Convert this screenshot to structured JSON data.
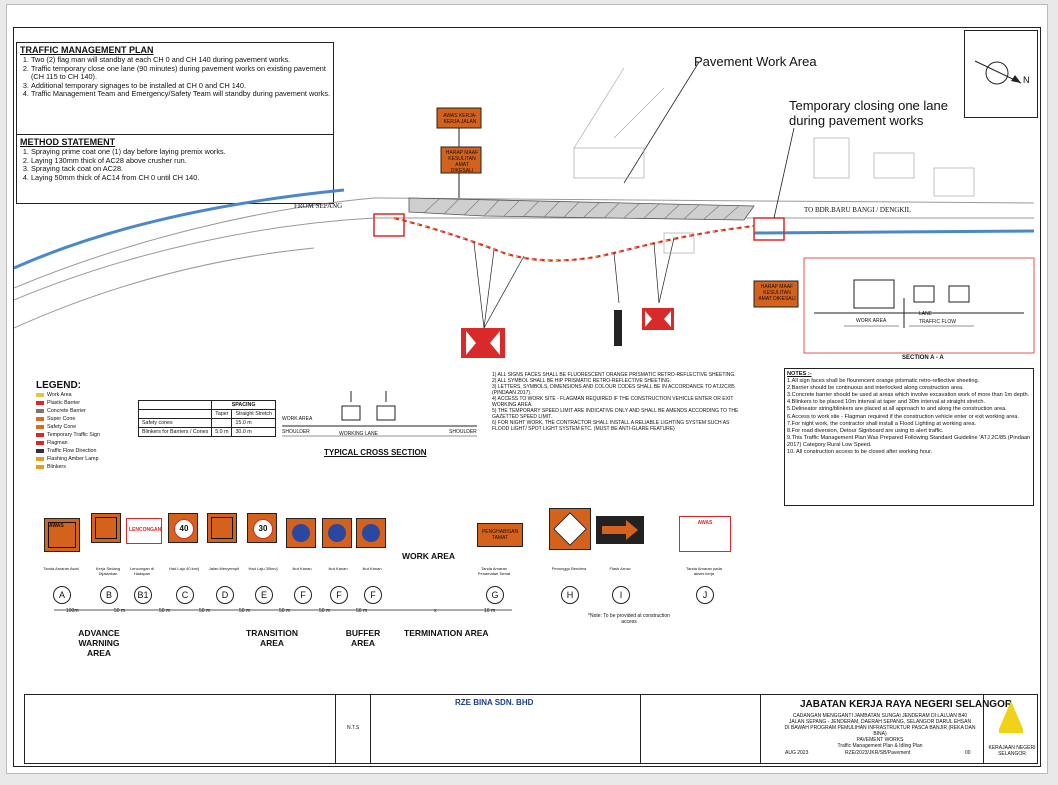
{
  "plan": {
    "title": "TRAFFIC MANAGEMENT PLAN",
    "items": [
      "Two (2) flag man will standby at each CH 0 and CH 140 during pavement works.",
      "Traffic temporary close one lane (90 minutes) during pavement works on existing pavement (CH  115 to CH 140).",
      "Additional temporary signages to be installed at CH 0 and CH 140.",
      "Traffic Management Team and Emergency/Safety Team will standby during pavement works."
    ]
  },
  "method": {
    "title": "METHOD STATEMENT",
    "items": [
      "Spraying prime coat one (1) day before laying premix works.",
      "Laying 130mm thick of AC28 above crusher run.",
      "Spraying tack coat on AC28.",
      "Laying 50mm thick of AC14 from CH 0 until CH 140."
    ]
  },
  "callouts": {
    "pavement_work_area": "Pavement Work Area",
    "temp_closing_line1": "Temporary closing one lane",
    "temp_closing_line2": "during pavement works",
    "from_sepang": "FROM SEPANG",
    "to_bandar": "TO BDR.BARU BANGI / DENGKIL"
  },
  "signs_top": {
    "awas": "AWAS KERJA-KERJA JALAN",
    "harap_maaf": "HARAP MAAF KESULITAN AMAT DIKESALI"
  },
  "section": {
    "work_area": "WORK AREA",
    "traffic_flow": "TRAFFIC FLOW",
    "lane": "LANE",
    "title": "SECTION A - A"
  },
  "legend": {
    "title": "LEGEND:",
    "items": [
      {
        "label": "Work Area",
        "color": "#e7c34a"
      },
      {
        "label": "Plastic Barrier",
        "color": "#d82a2a"
      },
      {
        "label": "Concrete Barrier",
        "color": "#777777"
      },
      {
        "label": "Super Cone",
        "color": "#e06a1b"
      },
      {
        "label": "Safety Cone",
        "color": "#e06a1b"
      },
      {
        "label": "Temporary Traffic Sign",
        "color": "#d82a2a"
      },
      {
        "label": "Flagman",
        "color": "#d82a2a"
      },
      {
        "label": "Traffic Flow Direction",
        "color": "#333333"
      },
      {
        "label": "Flashing Amber Lamp",
        "color": "#e0a01b"
      },
      {
        "label": "Blinkers",
        "color": "#e0a01b"
      }
    ],
    "spacing": {
      "header": "SPACING",
      "col_taper": "Taper",
      "col_straight": "Straight Stretch",
      "rows": [
        {
          "label": "Safety cones",
          "taper": "",
          "straight": "15.0 m"
        },
        {
          "label": "Blinkers for Barriers / Cones",
          "taper": "5.0 m",
          "straight": "30.0 m"
        }
      ]
    }
  },
  "cross_section": {
    "title": "TYPICAL CROSS SECTION",
    "work_area": "WORK AREA",
    "shoulder_l": "SHOULDER",
    "shoulder_r": "SHOULDER",
    "working_lane": "WORKING LANE"
  },
  "mid_notes": [
    "1)  ALL SIGNS FACES SHALL BE FLUORESCENT ORANGE PRISMATIC RETRO-REFLECTIVE SHEETING.",
    "2)  ALL SYMBOL SHALL BE HIP PRISMATIC RETRO-REFLECTIVE SHEETING.",
    "3)  LETTERS, SYMBOLS, DIMENSIONS AND COLOUR CODES SHALL BE IN ACCORDANCE TO ATJ2C/85 (PINDAAN 2017).",
    "4)  ACCESS TO WORK SITE - FLAGMAN REQUIRED IF THE CONSTRUCTION VEHICLE ENTER OR EXIT WORKING AREA.",
    "5)  THE TEMPORARY SPEED LIMIT ARE INDICATIVE ONLY AND SHALL BE AMENDS ACCORDING TO THE GAZETTED SPEED LIMIT.",
    "6)  FOR NIGHT WORK, THE CONTRACTOR SHALL INSTALL A RELIABLE LIGHTING SYSTEM SUCH AS FLOOD LIGHT/ SPOT LIGHT SYSTEM ETC. (MUST BE ANTI-GLARE FEATURE)"
  ],
  "notes": {
    "title": "NOTES :-",
    "items": [
      "1.All sign faces shall be flourencent orange prismatic retro-reflective sheeting.",
      "2.Barrier should be continuous and interlocked along construction area.",
      "3.Concrete barrier should be used at areas which involve excavation work of more than 1m depth.",
      "4.Blinkers to be placed 10m interval at taper and 30m interval at straight stretch.",
      "5.Delineator string/blinkers are placed at all approach to and along the construction area.",
      "6.Access to work site - Flagman required if the construction vehicle enter or exit working area.",
      "7.For night work, the contractor shall install a Flood Lighting at working area.",
      "8.For road diversion, Detour Signboard are using to alert traffic.",
      "9.This Traffic Management Plan Was Prepared Following Standard Guideline 'ATJ 2C/85 (Pindaan 2017) Category Rural Low Speed.",
      "10. All construction access to be closed after working hour."
    ]
  },
  "sign_row": [
    {
      "letter": "A",
      "caption": "Tanda Amaran Awal",
      "text": "AWAS"
    },
    {
      "letter": "B",
      "caption": "Kerja Sedang Dijalankan",
      "text": ""
    },
    {
      "letter": "B1",
      "caption": "Lencongan di Hadapan",
      "text": "LENCONGAN"
    },
    {
      "letter": "C",
      "caption": "Had Laju 40 km/j",
      "text": "40"
    },
    {
      "letter": "D",
      "caption": "Jalan Menyempit",
      "text": ""
    },
    {
      "letter": "E",
      "caption": "Had Laju 30km/j",
      "text": "30"
    },
    {
      "letter": "F",
      "caption": "Ikut Kanan",
      "text": ""
    },
    {
      "letter": "F",
      "caption": "Ikut Kanan",
      "text": ""
    },
    {
      "letter": "F",
      "caption": "Ikut Kanan",
      "text": ""
    },
    {
      "letter": "G",
      "caption": "Tanda Amaran Penamatan Tamat",
      "text": "PENGHABISAN TAMAT"
    },
    {
      "letter": "H",
      "caption": "Penunggu Bendera",
      "text": ""
    },
    {
      "letter": "I",
      "caption": "Flash Arrow",
      "text": ""
    },
    {
      "letter": "J",
      "caption": "Tanda Amaran pada akses kerja",
      "text": "AWAS"
    }
  ],
  "distances": [
    "100m",
    "50 m",
    "50 m",
    "50 m",
    "50 m",
    "50 m",
    "50 m",
    "50 m",
    "x",
    "10 m"
  ],
  "work_area_label": "WORK AREA",
  "areas": {
    "advance": "ADVANCE WARNING AREA",
    "transition": "TRANSITION AREA",
    "buffer": "BUFFER AREA",
    "termination": "TERMINATION AREA"
  },
  "footnote": "*Note: To be provided at construction access",
  "title_block": {
    "company": "RZE BINA SDN. BHD",
    "agency": "JABATAN KERJA RAYA NEGERI SELANGOR",
    "project_lines": [
      "CADANGAN MENGGANTI JAMBATAN SUNGAI JENDERAM DI LALUAN B40",
      "JALAN SEPANG - JENDERAM, DAERAH SEPANG, SELANGOR DARUL EHSAN",
      "DI BAWAH PROGRAM PEMULIHAN INFRASTRUKTUR PASCA BANJIR (REKA DAN BINA)"
    ],
    "drawing_title": "PAVEMENT WORKS",
    "drawing_sub": "Traffic Management Plan & Idling Plan",
    "date": "AUG 2023",
    "drawing_no": "RZE/2023/JKR/SB/Pavement",
    "revision": "00",
    "scale": "N.T.S",
    "state_label": "KERAJAAN NEGERI SELANGOR"
  }
}
